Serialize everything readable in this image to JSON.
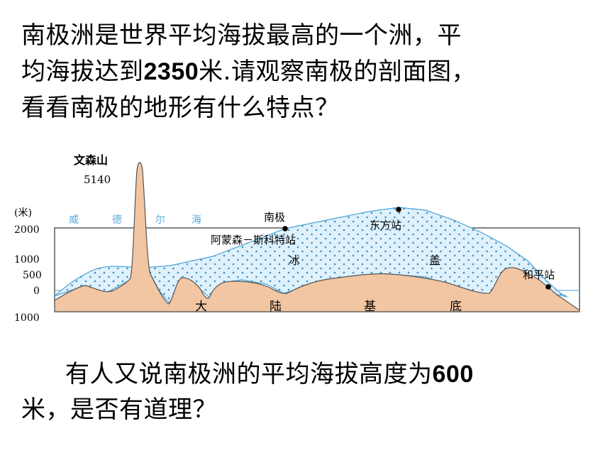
{
  "intro": {
    "line1": "南极洲是世界平均海拔最高的一个洲，平",
    "line2_a": "均海拔达到",
    "line2_num": "2350",
    "line2_b": "米.请观察南极的剖面图，",
    "line3": "看看南极的地形有什么特点？"
  },
  "figure": {
    "peak_name": "文森山",
    "peak_height": "5140",
    "unit": "(米)",
    "y_ticks": [
      "2000",
      "1000",
      "500",
      "0",
      "1000"
    ],
    "sea_chars": [
      "威",
      "德",
      "尔",
      "海"
    ],
    "south_pole": "南极",
    "amundsen_station": "阿蒙森－斯科特站",
    "vostok_station": "东方站",
    "mirny_station": "和平站",
    "ice_chars": [
      "冰",
      "盖"
    ],
    "bedrock_chars": [
      "大",
      "陆",
      "基",
      "底"
    ],
    "colors": {
      "ice": "#dff1fb",
      "ice_edge": "#4aa3d6",
      "rock": "#f2c6a2",
      "rock_edge": "#555555",
      "dots": "#3d8fc8"
    }
  },
  "question": {
    "line1_a": "有人又说南极洲的平均海拔高度为",
    "line1_num": "600",
    "line2": "米，是否有道理？"
  }
}
